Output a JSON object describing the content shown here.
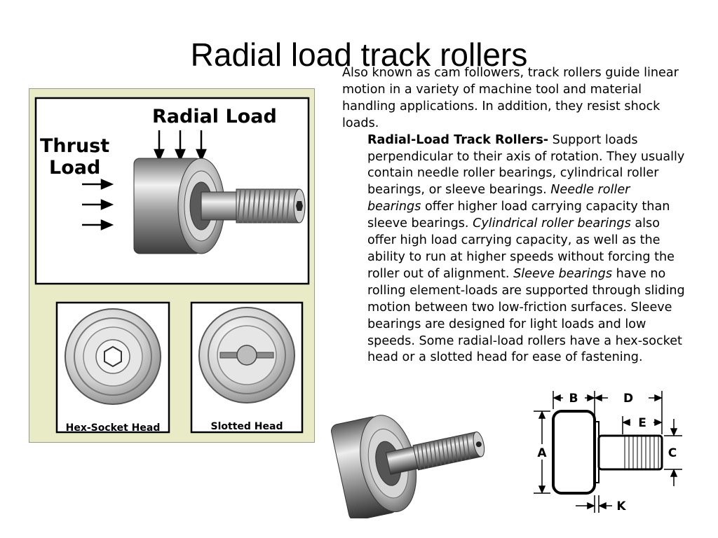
{
  "slide": {
    "title": "Radial load track rollers"
  },
  "paragraphs": {
    "intro": " Also known as cam followers, track rollers guide linear motion in a variety of machine tool and material handling applications. In addition, they resist shock loads.",
    "rl_heading": "Radial-Load Track Rollers-",
    "rl_text1": " Support loads perpendicular to their axis of rotation. They usually contain needle roller bearings, cylindrical roller bearings, or sleeve bearings. ",
    "nrb": "Needle roller bearings",
    "rl_text2": " offer higher load carrying capacity than sleeve bearings. ",
    "crb": "Cylindrical roller bearings",
    "rl_text3": " also offer high load carrying capacity, as well as the ability to run at higher speeds without forcing the roller out of alignment. ",
    "sb": "Sleeve bearings",
    "rl_text4": " have no rolling element-loads are supported through sliding motion between two low-friction surfaces. Sleeve bearings are designed for light loads and low speeds. Some radial-load rollers have a hex-socket head or a slotted head for ease of fastening."
  },
  "figure_left": {
    "radial_load_label": "Radial Load",
    "thrust_label_1": "Thrust",
    "thrust_label_2": "Load",
    "hex_caption": "Hex-Socket Head",
    "slotted_caption": "Slotted Head",
    "panel_bg": "#e8ebc6"
  },
  "dimension_figure": {
    "B": "B",
    "D": "D",
    "E": "E",
    "A": "A",
    "C": "C",
    "K": "K"
  }
}
